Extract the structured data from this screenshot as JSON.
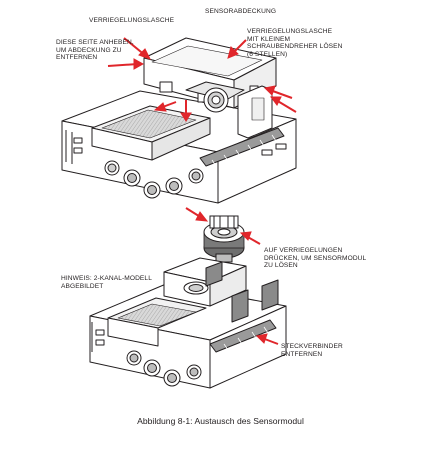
{
  "labels": {
    "verriegelungslasche_top": "VERRIEGELUNGSLASCHE",
    "sensorabdeckung": "SENSORABDECKUNG",
    "seite_anheben": "DIESE SEITE ANHEBEN,\nUM ABDECKUNG ZU\nENTFERNEN",
    "lasche_loesen": "VERRIEGELUNGSLASCHE\nMIT KLEINEM\nSCHRAUBENDREHER LÖSEN\n(6 STELLEN)",
    "verriegelungen_druecken": "AUF VERRIEGELUNGEN\nDRÜCKEN, UM SENSORMODUL\nZU LÖSEN",
    "hinweis": "HINWEIS: 2-KANAL-MODELL\nABGEBILDET",
    "steckverbinder": "STECKVERBINDER\nENTFERNEN"
  },
  "caption": "Abbildung 8-1:  Austausch des Sensormodul",
  "colors": {
    "line": "#231f20",
    "arrow": "#e0262b",
    "shade": "#cfcfcf",
    "dark": "#7d7d7d",
    "background": "#ffffff"
  }
}
